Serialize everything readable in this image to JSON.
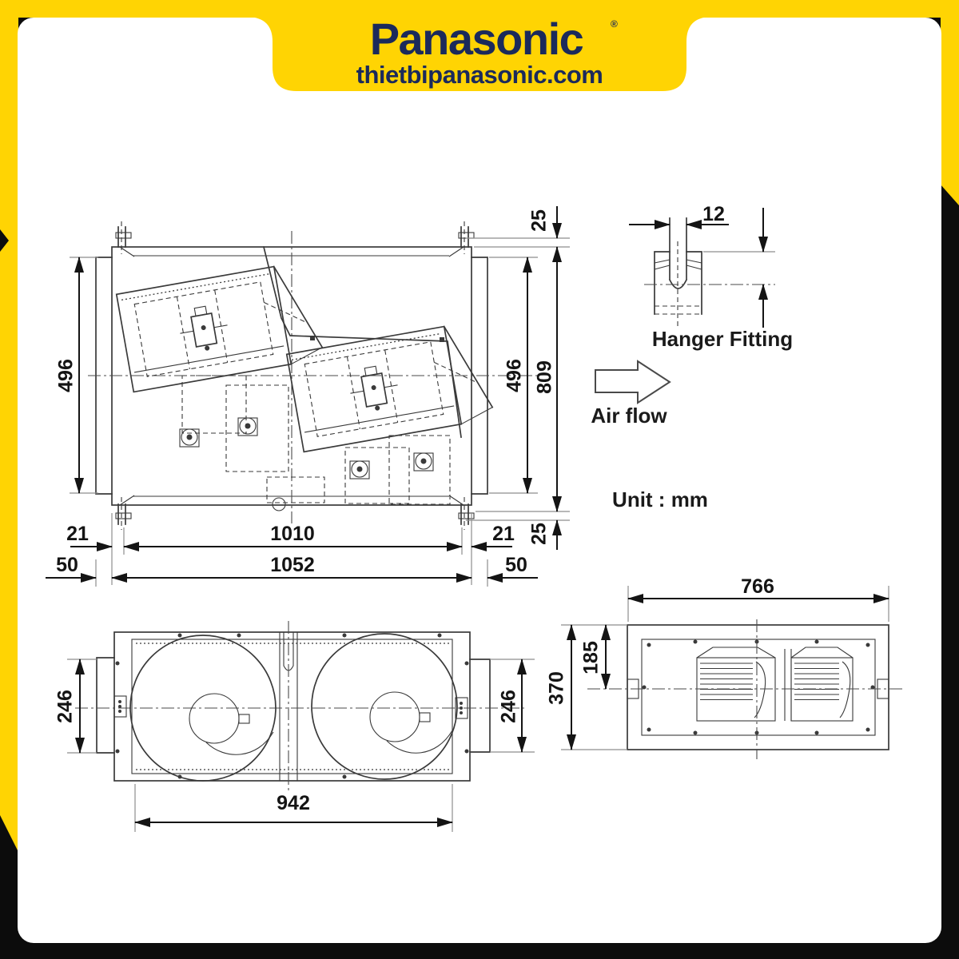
{
  "header": {
    "brand": "Panasonic",
    "trademark": "®",
    "website": "thietbipanasonic.com"
  },
  "labels": {
    "hanger_fitting": "Hanger Fitting",
    "air_flow": "Air flow",
    "unit_note": "Unit : mm"
  },
  "top_view": {
    "height_left": "496",
    "height_right": "496",
    "overall_height": "809",
    "offset_top": "25",
    "offset_bottom": "25",
    "margin_left": "21",
    "hanger_pitch": "1010",
    "margin_right": "21",
    "side_left": "50",
    "overall_width": "1052",
    "side_right": "50"
  },
  "hanger_detail": {
    "slot_width": "12"
  },
  "front_view": {
    "duct_height_left": "246",
    "duct_height_right": "246",
    "opening_width": "942"
  },
  "side_view": {
    "depth": "766",
    "center_height": "185",
    "overall_height": "370"
  },
  "colors": {
    "yellow": "#FFD403",
    "navy": "#1B2A5B",
    "drawing_line": "#3a3a3a",
    "dimension": "#141414",
    "page_black": "#0C0C0C"
  }
}
